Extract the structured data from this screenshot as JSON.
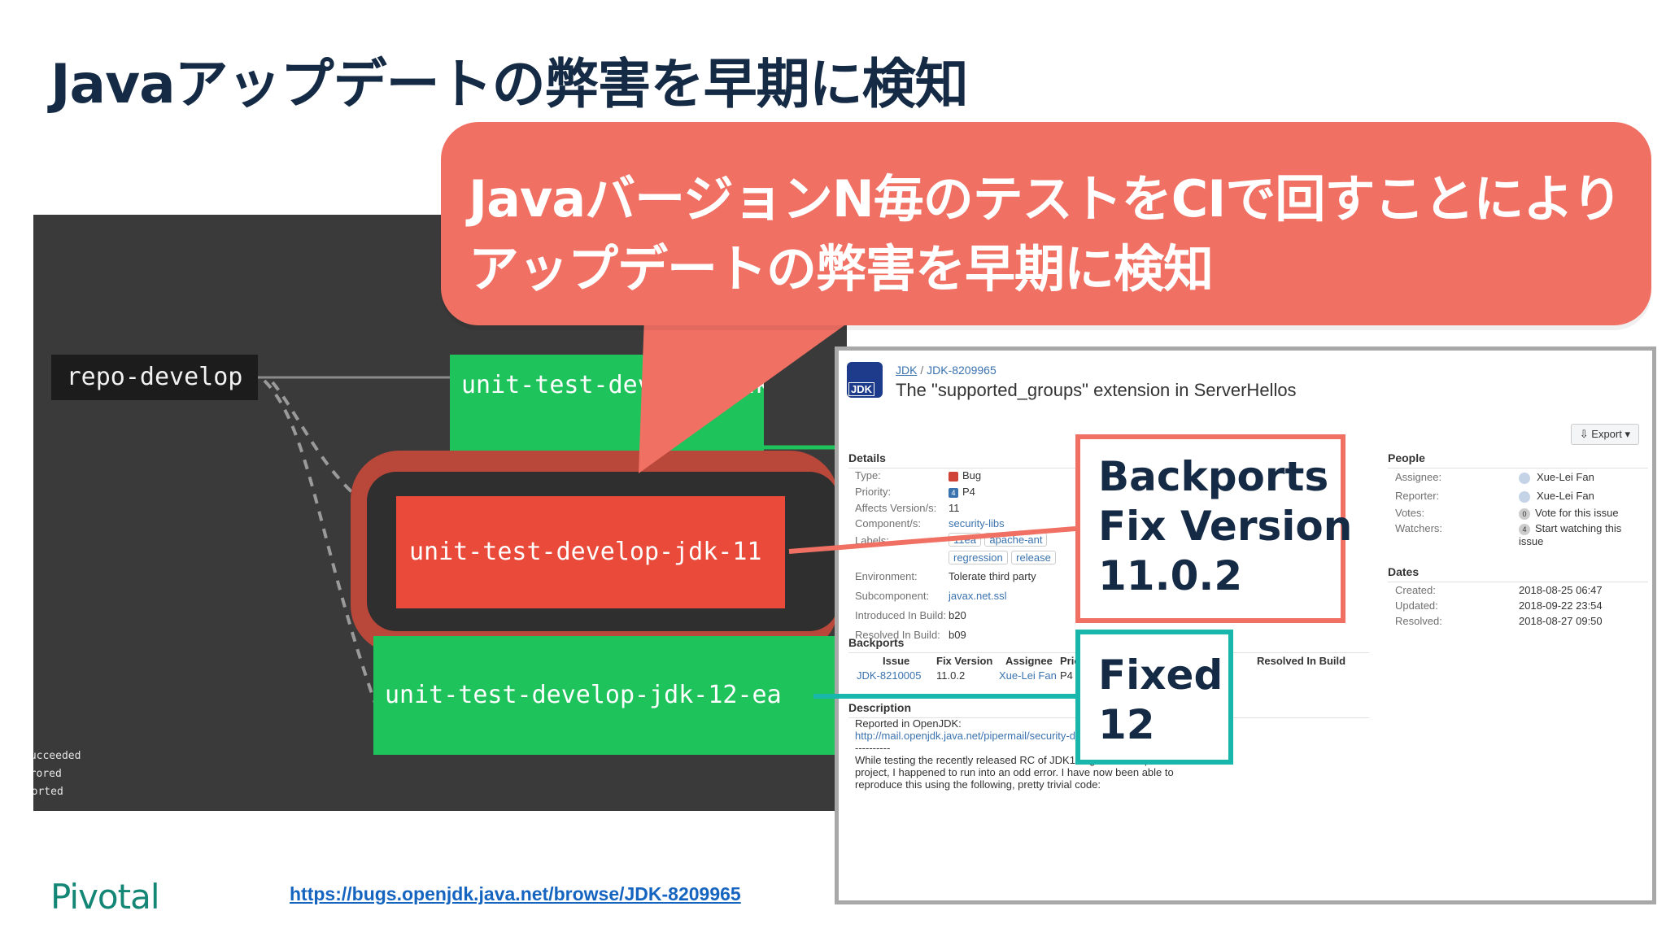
{
  "slide": {
    "title": "Javaアップデートの弊害を早期に検知",
    "logo": "Pivotal",
    "source_link": "https://bugs.openjdk.java.net/browse/JDK-8209965"
  },
  "callout": {
    "line1": "JavaバージョンN毎のテストをCIで回すことにより",
    "line2": "アップデートの弊害を早期に検知"
  },
  "highlights": {
    "backports": [
      "Backports",
      "Fix Version",
      "11.0.2"
    ],
    "fixed": [
      "Fixed",
      "12"
    ]
  },
  "pipeline": {
    "repo": "repo-develop",
    "jobs": {
      "jdk8": "unit-test-develop-jdk-8",
      "jdk11": "unit-test-develop-jdk-11",
      "jdk12": "unit-test-develop-jdk-12-ea"
    },
    "legend": [
      "succeeded",
      "errored",
      "aborted"
    ]
  },
  "jira": {
    "project_badge": "JDK",
    "project": "JDK",
    "issue_key": "JDK-8209965",
    "title": "The \"supported_groups\" extension in ServerHellos",
    "export": "Export",
    "details_heading": "Details",
    "details": [
      {
        "label": "Type:",
        "value": "Bug"
      },
      {
        "label": "Priority:",
        "value": "P4"
      },
      {
        "label": "Affects Version/s:",
        "value": "11"
      },
      {
        "label": "Component/s:",
        "value": "security-libs"
      },
      {
        "label": "Labels:",
        "value": ""
      },
      {
        "label": "Environment:",
        "value": "Tolerate third party"
      },
      {
        "label": "Subcomponent:",
        "value": "javax.net.ssl"
      },
      {
        "label": "Introduced In Build:",
        "value": "b20"
      },
      {
        "label": "Resolved In Build:",
        "value": "b09"
      }
    ],
    "labels": [
      "11ea",
      "apache-ant",
      "regression",
      "release"
    ],
    "people_heading": "People",
    "people": [
      {
        "label": "Assignee:",
        "value": "Xue-Lei Fan"
      },
      {
        "label": "Reporter:",
        "value": "Xue-Lei Fan"
      },
      {
        "label": "Votes:",
        "count": "0",
        "value": "Vote for this issue"
      },
      {
        "label": "Watchers:",
        "count": "4",
        "value": "Start watching this",
        "value2": "issue"
      }
    ],
    "dates_heading": "Dates",
    "dates": [
      {
        "label": "Created:",
        "value": "2018-08-25 06:47"
      },
      {
        "label": "Updated:",
        "value": "2018-09-22 23:54"
      },
      {
        "label": "Resolved:",
        "value": "2018-08-27 09:50"
      }
    ],
    "backports_heading": "Backports",
    "backports_columns": [
      "Issue",
      "Fix Version",
      "Assignee",
      "Priority",
      "Resolved In Build"
    ],
    "backports_row": {
      "issue": "JDK-8210005",
      "fix_version": "11.0.2",
      "assignee": "Xue-Lei Fan",
      "priority": "P4"
    },
    "description_heading": "Description",
    "description": [
      "Reported in OpenJDK:",
      "http://mail.openjdk.java.net/pipermail/security-dev/2018-August/018005.html",
      "----------",
      "While testing the recently released RC of JDK11 against the Apache Ant",
      "project, I happened to run into an odd error. I have now been able to",
      "reproduce this using the following, pretty trivial code:"
    ]
  },
  "colors": {
    "title": "#152a45",
    "callout": "#f07063",
    "teal": "#19b6ac",
    "job_success": "#1fc35b",
    "job_failed": "#e94a3a",
    "pipeline_bg": "#3a3a3a",
    "link": "#1565c0",
    "logo": "#138676"
  }
}
